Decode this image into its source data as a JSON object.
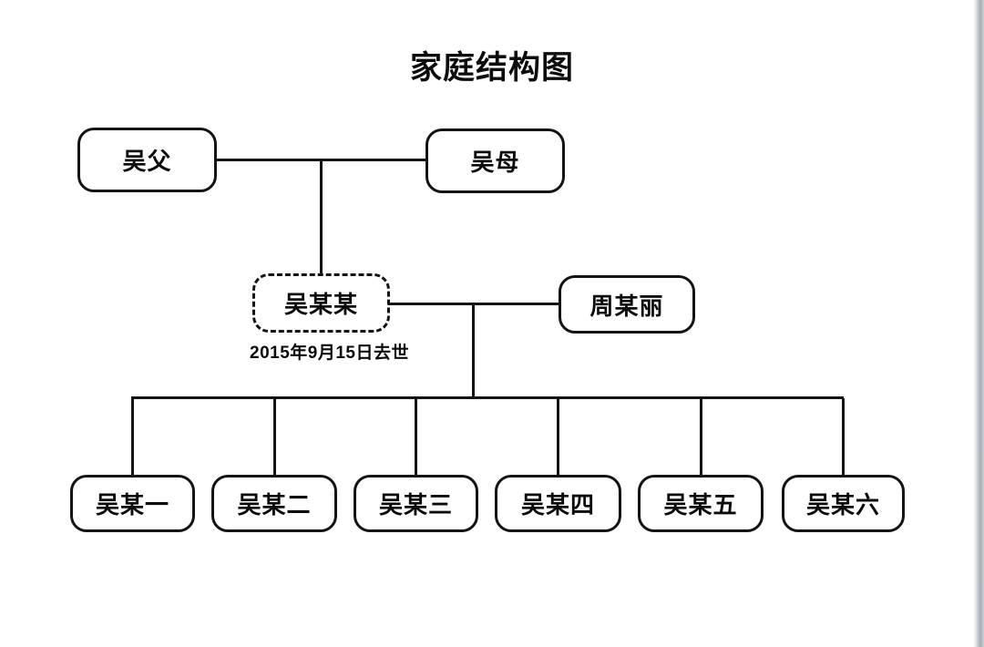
{
  "title": "家庭结构图",
  "diagram": {
    "grandparents": {
      "father": {
        "label": "吴父"
      },
      "mother": {
        "label": "吴母"
      }
    },
    "couple": {
      "husband": {
        "label": "吴某某",
        "deceased": true,
        "status_note": "2015年9月15日去世"
      },
      "wife": {
        "label": "周某丽"
      }
    },
    "children": [
      {
        "label": "吴某一"
      },
      {
        "label": "吴某二"
      },
      {
        "label": "吴某三"
      },
      {
        "label": "吴某四"
      },
      {
        "label": "吴某五"
      },
      {
        "label": "吴某六"
      }
    ]
  },
  "colors": {
    "line": "#141414",
    "background": "#ffffff",
    "edge_strip": "#a8afb8"
  }
}
